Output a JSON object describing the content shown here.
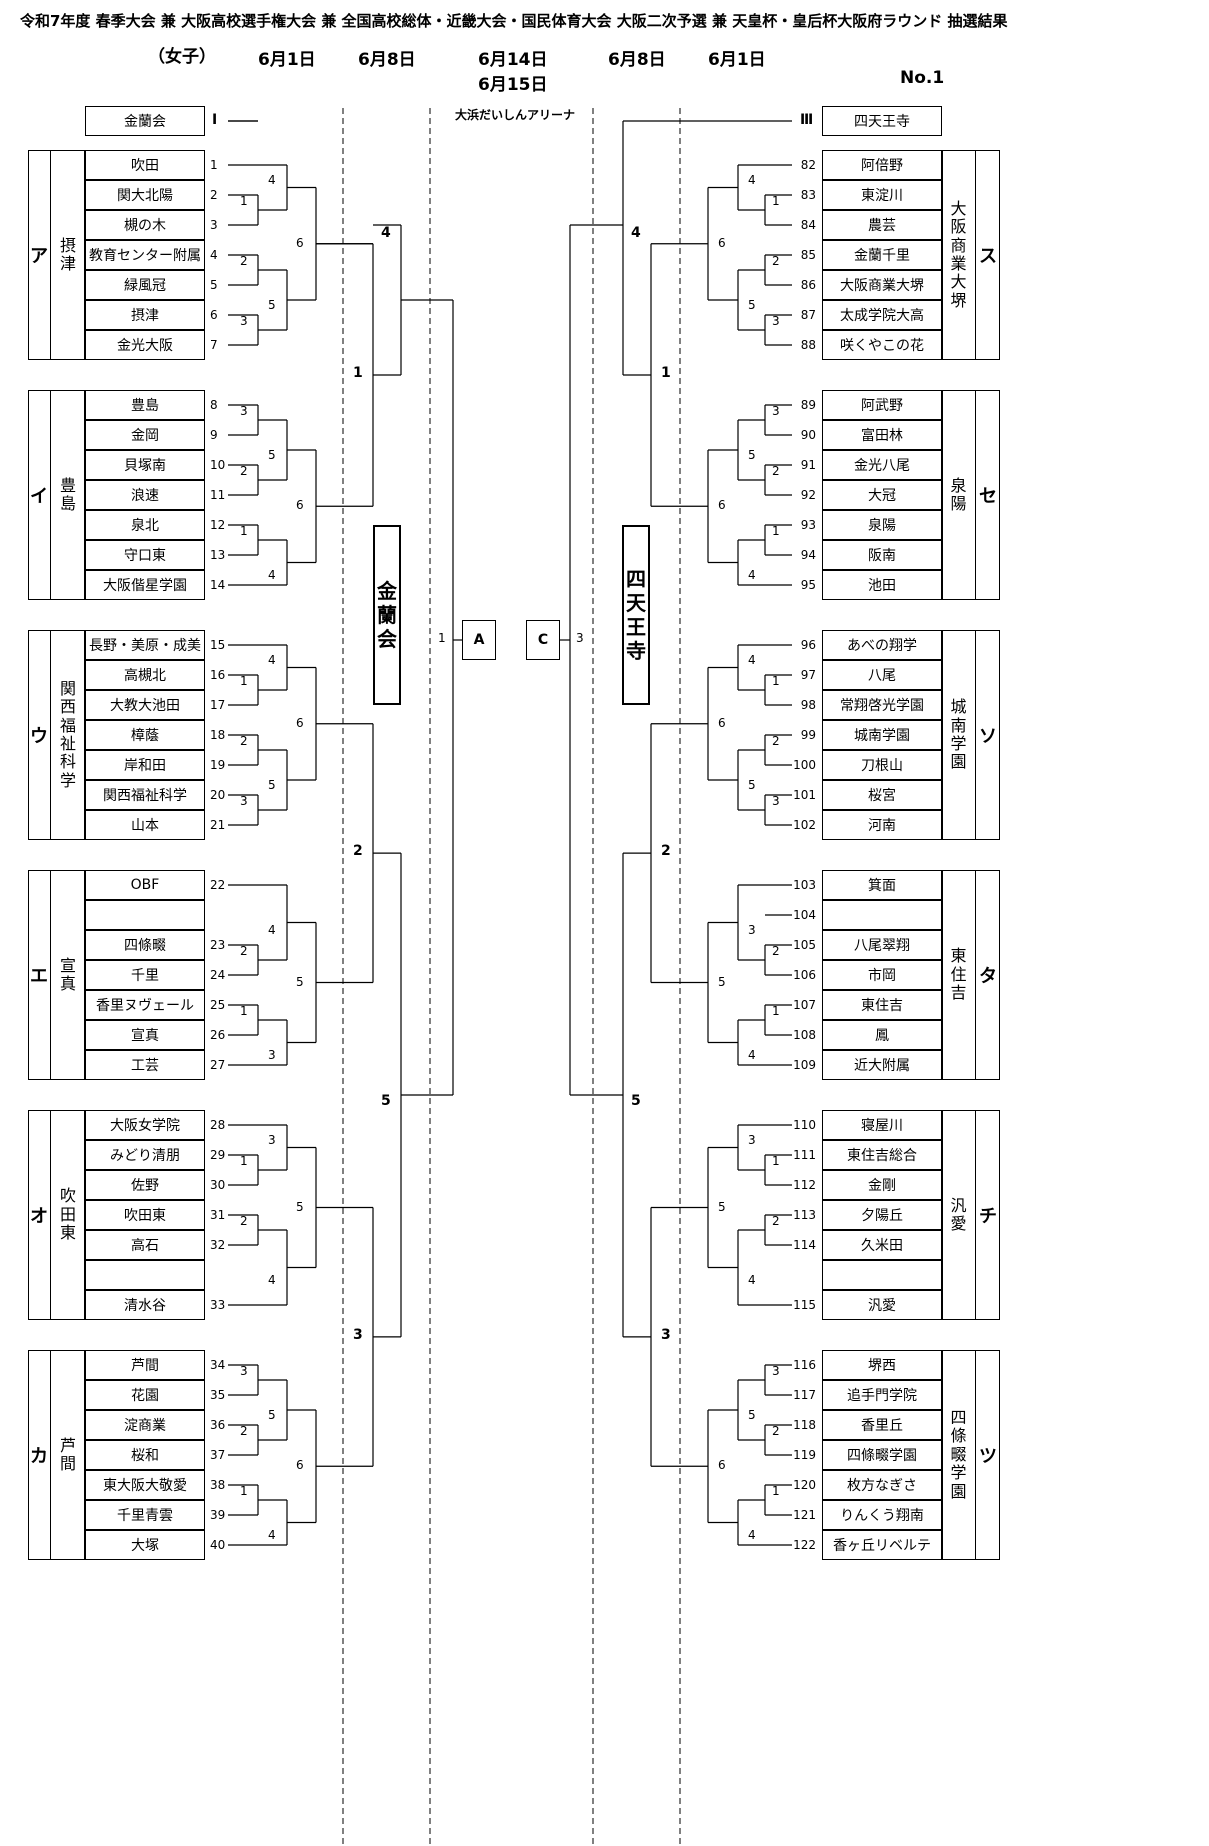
{
  "title": "令和7年度 春季大会 兼 大阪高校選手権大会 兼 全国高校総体・近畿大会・国民体育大会 大阪二次予選 兼 天皇杯・皇后杯大阪府ラウンド 抽選結果",
  "division": "（女子）",
  "page_no": "No.1",
  "venue": "大浜だいしんアリーナ",
  "dates": {
    "left_r1": "6月1日",
    "left_r2": "6月8日",
    "center_1": "6月14日",
    "center_2": "6月15日",
    "right_r2": "6月8日",
    "right_r1": "6月1日"
  },
  "left_seed": {
    "name": "金蘭会",
    "mark": "Ⅰ"
  },
  "right_seed": {
    "name": "四天王寺",
    "mark": "Ⅲ"
  },
  "left_blocks": [
    {
      "letter": "ア",
      "group": "摂津",
      "teams": [
        {
          "n": "1",
          "name": "吹田"
        },
        {
          "n": "2",
          "name": "関大北陽"
        },
        {
          "n": "3",
          "name": "槻の木"
        },
        {
          "n": "4",
          "name": "教育センター附属"
        },
        {
          "n": "5",
          "name": "緑風冠"
        },
        {
          "n": "6",
          "name": "摂津"
        },
        {
          "n": "7",
          "name": "金光大阪"
        }
      ]
    },
    {
      "letter": "イ",
      "group": "豊島",
      "teams": [
        {
          "n": "8",
          "name": "豊島"
        },
        {
          "n": "9",
          "name": "金岡"
        },
        {
          "n": "10",
          "name": "貝塚南"
        },
        {
          "n": "11",
          "name": "浪速"
        },
        {
          "n": "12",
          "name": "泉北"
        },
        {
          "n": "13",
          "name": "守口東"
        },
        {
          "n": "14",
          "name": "大阪偕星学園"
        }
      ]
    },
    {
      "letter": "ウ",
      "group": "関西福祉科学",
      "teams": [
        {
          "n": "15",
          "name": "長野・美原・成美"
        },
        {
          "n": "16",
          "name": "高槻北"
        },
        {
          "n": "17",
          "name": "大教大池田"
        },
        {
          "n": "18",
          "name": "樟蔭"
        },
        {
          "n": "19",
          "name": "岸和田"
        },
        {
          "n": "20",
          "name": "関西福祉科学"
        },
        {
          "n": "21",
          "name": "山本"
        }
      ]
    },
    {
      "letter": "エ",
      "group": "宣真",
      "teams": [
        {
          "n": "22",
          "name": "OBF"
        },
        {
          "n": "",
          "name": ""
        },
        {
          "n": "23",
          "name": "四條畷"
        },
        {
          "n": "24",
          "name": "千里"
        },
        {
          "n": "25",
          "name": "香里ヌヴェール"
        },
        {
          "n": "26",
          "name": "宣真"
        },
        {
          "n": "27",
          "name": "工芸"
        }
      ]
    },
    {
      "letter": "オ",
      "group": "吹田東",
      "teams": [
        {
          "n": "28",
          "name": "大阪女学院"
        },
        {
          "n": "29",
          "name": "みどり清朋"
        },
        {
          "n": "30",
          "name": "佐野"
        },
        {
          "n": "31",
          "name": "吹田東"
        },
        {
          "n": "32",
          "name": "高石"
        },
        {
          "n": "",
          "name": ""
        },
        {
          "n": "33",
          "name": "清水谷"
        }
      ]
    },
    {
      "letter": "カ",
      "group": "芦間",
      "teams": [
        {
          "n": "34",
          "name": "芦間"
        },
        {
          "n": "35",
          "name": "花園"
        },
        {
          "n": "36",
          "name": "淀商業"
        },
        {
          "n": "37",
          "name": "桜和"
        },
        {
          "n": "38",
          "name": "東大阪大敬愛"
        },
        {
          "n": "39",
          "name": "千里青雲"
        },
        {
          "n": "40",
          "name": "大塚"
        }
      ]
    }
  ],
  "right_blocks": [
    {
      "letter": "ス",
      "group": "大阪商業大堺",
      "teams": [
        {
          "n": "82",
          "name": "阿倍野"
        },
        {
          "n": "83",
          "name": "東淀川"
        },
        {
          "n": "84",
          "name": "農芸"
        },
        {
          "n": "85",
          "name": "金蘭千里"
        },
        {
          "n": "86",
          "name": "大阪商業大堺"
        },
        {
          "n": "87",
          "name": "太成学院大高"
        },
        {
          "n": "88",
          "name": "咲くやこの花"
        }
      ]
    },
    {
      "letter": "セ",
      "group": "泉陽",
      "teams": [
        {
          "n": "89",
          "name": "阿武野"
        },
        {
          "n": "90",
          "name": "富田林"
        },
        {
          "n": "91",
          "name": "金光八尾"
        },
        {
          "n": "92",
          "name": "大冠"
        },
        {
          "n": "93",
          "name": "泉陽"
        },
        {
          "n": "94",
          "name": "阪南"
        },
        {
          "n": "95",
          "name": "池田"
        }
      ]
    },
    {
      "letter": "ソ",
      "group": "城南学園",
      "teams": [
        {
          "n": "96",
          "name": "あべの翔学"
        },
        {
          "n": "97",
          "name": "八尾"
        },
        {
          "n": "98",
          "name": "常翔啓光学園"
        },
        {
          "n": "99",
          "name": "城南学園"
        },
        {
          "n": "100",
          "name": "刀根山"
        },
        {
          "n": "101",
          "name": "桜宮"
        },
        {
          "n": "102",
          "name": "河南"
        }
      ]
    },
    {
      "letter": "タ",
      "group": "東住吉",
      "teams": [
        {
          "n": "103",
          "name": "箕面"
        },
        {
          "n": "104",
          "name": ""
        },
        {
          "n": "105",
          "name": "八尾翠翔"
        },
        {
          "n": "106",
          "name": "市岡"
        },
        {
          "n": "107",
          "name": "東住吉"
        },
        {
          "n": "108",
          "name": "鳳"
        },
        {
          "n": "109",
          "name": "近大附属"
        }
      ]
    },
    {
      "letter": "チ",
      "group": "汎愛",
      "teams": [
        {
          "n": "110",
          "name": "寝屋川"
        },
        {
          "n": "111",
          "name": "東住吉総合"
        },
        {
          "n": "112",
          "name": "金剛"
        },
        {
          "n": "113",
          "name": "夕陽丘"
        },
        {
          "n": "114",
          "name": "久米田"
        },
        {
          "n": "",
          "name": ""
        },
        {
          "n": "115",
          "name": "汎愛"
        }
      ]
    },
    {
      "letter": "ツ",
      "group": "四條畷学園",
      "teams": [
        {
          "n": "116",
          "name": "堺西"
        },
        {
          "n": "117",
          "name": "追手門学院"
        },
        {
          "n": "118",
          "name": "香里丘"
        },
        {
          "n": "119",
          "name": "四條畷学園"
        },
        {
          "n": "120",
          "name": "枚方なぎさ"
        },
        {
          "n": "121",
          "name": "りんくう翔南"
        },
        {
          "n": "122",
          "name": "香ヶ丘リベルテ"
        }
      ]
    }
  ],
  "left_mid_labels": [
    "4",
    "1",
    "2",
    "5",
    "3"
  ],
  "right_mid_labels": [
    "4",
    "1",
    "2",
    "5",
    "3"
  ],
  "center": {
    "left_box": "A",
    "right_box": "C",
    "left_num": "1",
    "right_num": "3"
  }
}
